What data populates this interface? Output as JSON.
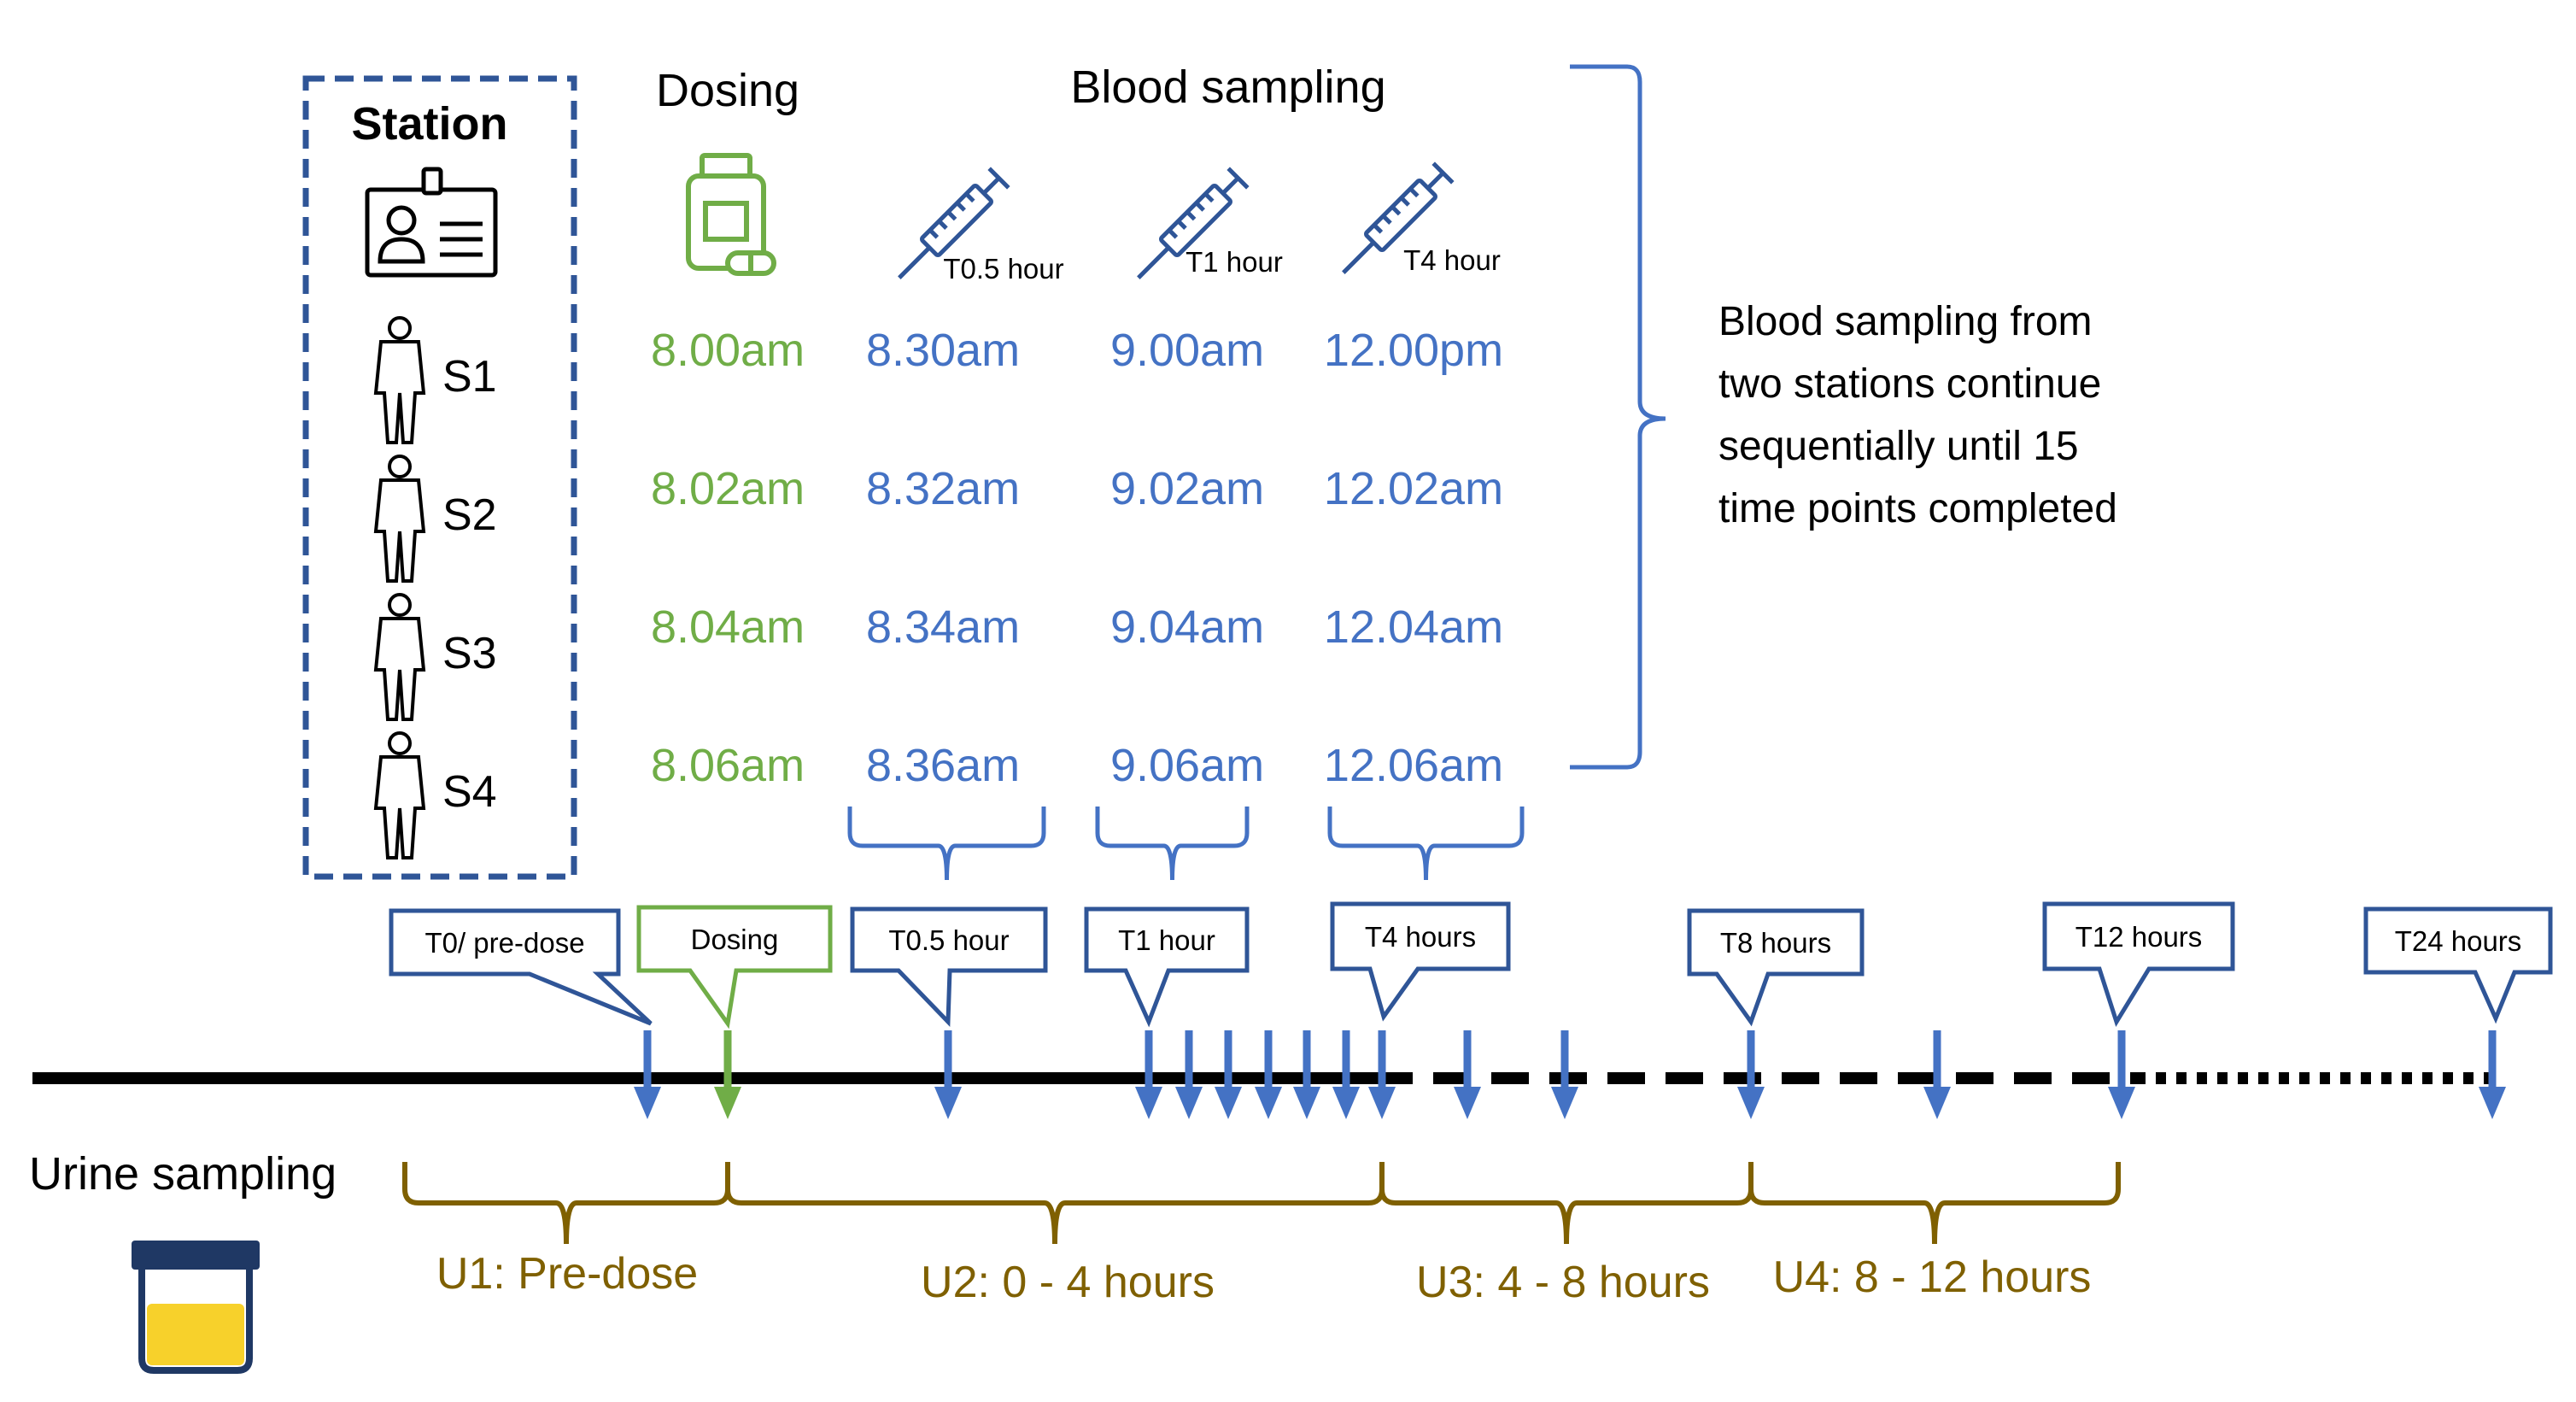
{
  "colors": {
    "blue": "#4472C4",
    "green": "#70AD47",
    "dark_blue": "#2F5597",
    "olive": "#7F6000",
    "urine": "#F7D12B",
    "black": "#000000"
  },
  "station": {
    "title": "Station",
    "icon": "id-badge-icon",
    "subjects": [
      "S1",
      "S2",
      "S3",
      "S4"
    ]
  },
  "dosing": {
    "header": "Dosing",
    "icon": "pill-bottle-icon",
    "times": [
      "8.00am",
      "8.02am",
      "8.04am",
      "8.06am"
    ]
  },
  "blood": {
    "header": "Blood sampling",
    "icon": "syringe-icon",
    "columns": [
      {
        "label": "T0.5 hour",
        "times": [
          "8.30am",
          "8.32am",
          "8.34am",
          "8.36am"
        ]
      },
      {
        "label": "T1 hour",
        "times": [
          "9.00am",
          "9.02am",
          "9.04am",
          "9.06am"
        ]
      },
      {
        "label": "T4 hour",
        "times": [
          "12.00pm",
          "12.02am",
          "12.04am",
          "12.06am"
        ]
      }
    ],
    "note": [
      "Blood sampling from",
      "two stations continue",
      "sequentially until 15",
      "time points completed"
    ]
  },
  "timeline": {
    "callouts": [
      "T0/ pre-dose",
      "Dosing",
      "T0.5 hour",
      "T1 hour",
      "T4 hours",
      "T8 hours",
      "T12 hours",
      "T24 hours"
    ]
  },
  "urine": {
    "label": "Urine sampling",
    "icon": "urine-cup-icon",
    "periods": [
      "U1: Pre-dose",
      "U2: 0 - 4 hours",
      "U3: 4 - 8 hours",
      "U4: 8 - 12 hours"
    ]
  }
}
